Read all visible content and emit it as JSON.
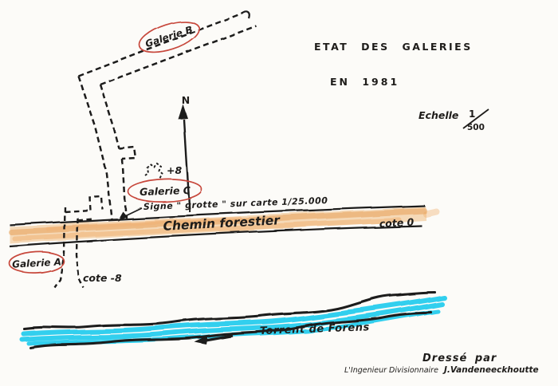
{
  "colors": {
    "ink": "#1e1c1a",
    "red_circle": "#c7463a",
    "road_highlight": "#e8a254",
    "water": "#33cfee",
    "paper": "#fcfbf8"
  },
  "title": {
    "line1": "ETAT DES GALERIES",
    "line2": "EN 1981"
  },
  "scale": {
    "label": "Echelle",
    "numerator": "1",
    "denominator": "500"
  },
  "compass": {
    "north_label": "N"
  },
  "galleries": {
    "b": {
      "label": "Galerie B"
    },
    "c": {
      "label": "Galerie C",
      "elevation": "+8"
    },
    "a": {
      "label": "Galerie A",
      "cote": "cote -8"
    }
  },
  "notes": {
    "grotte": "Signe \" grotte \" sur carte  1/25.000"
  },
  "road": {
    "label": "Chemin forestier",
    "cote": "cote 0"
  },
  "river": {
    "label": "Torrent de Forens"
  },
  "credit": {
    "line1": "Dressé par",
    "role": "L'Ingenieur Divisionnaire",
    "name": "J.Vandeneeckhoutte"
  }
}
